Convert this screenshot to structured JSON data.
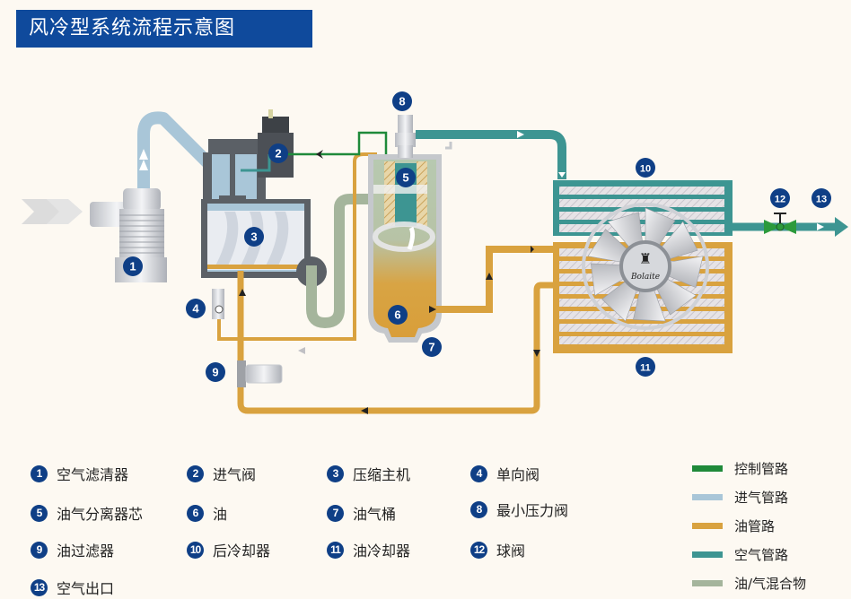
{
  "title": "风冷型系统流程示意图",
  "components": [
    {
      "num": "1",
      "label": "空气滤清器"
    },
    {
      "num": "2",
      "label": "进气阀"
    },
    {
      "num": "3",
      "label": "压缩主机"
    },
    {
      "num": "4",
      "label": "单向阀"
    },
    {
      "num": "5",
      "label": "油气分离器芯"
    },
    {
      "num": "6",
      "label": "油"
    },
    {
      "num": "7",
      "label": "油气桶"
    },
    {
      "num": "8",
      "label": "最小压力阀"
    },
    {
      "num": "9",
      "label": "油过滤器"
    },
    {
      "num": "10",
      "label": "后冷却器"
    },
    {
      "num": "11",
      "label": "油冷却器"
    },
    {
      "num": "12",
      "label": "球阀"
    },
    {
      "num": "13",
      "label": "空气出口"
    }
  ],
  "pipe_legend": [
    {
      "label": "控制管路",
      "color": "#1f8a3a"
    },
    {
      "label": "进气管路",
      "color": "#a9c6d8"
    },
    {
      "label": "油管路",
      "color": "#d9a23f"
    },
    {
      "label": "空气管路",
      "color": "#3d9592"
    },
    {
      "label": "油/气混合物",
      "color": "#a5b59c"
    }
  ],
  "colors": {
    "title_bg": "#0f4a9c",
    "badge": "#0f3f86",
    "control": "#1f8a3a",
    "intake": "#a9c6d8",
    "oil": "#d9a23f",
    "air": "#3d9592",
    "mix": "#a5b59c",
    "housing": "#5b6066"
  },
  "fan_brand": "Bolaite"
}
